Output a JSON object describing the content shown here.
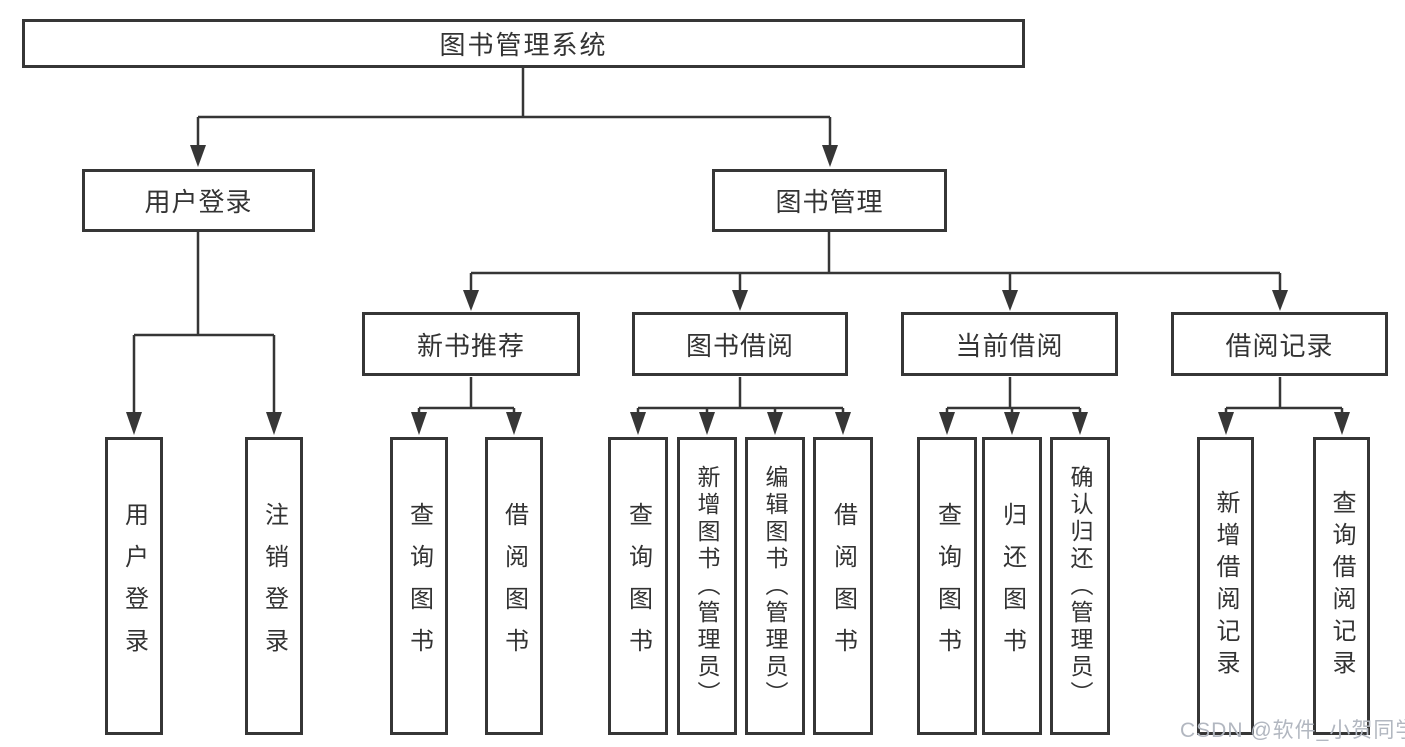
{
  "tree": {
    "root": "图书管理系统",
    "level2": [
      "用户登录",
      "图书管理"
    ],
    "level3": [
      "新书推荐",
      "图书借阅",
      "当前借阅",
      "借阅记录"
    ],
    "leaves": {
      "login": [
        "用户登录",
        "注销登录"
      ],
      "recommend": [
        "查询图书",
        "借阅图书"
      ],
      "borrowing": [
        "查询图书",
        "新增图书（管理员）",
        "编辑图书（管理员）",
        "借阅图书"
      ],
      "current": [
        "查询图书",
        "归还图书",
        "确认归还（管理员）"
      ],
      "records": [
        "新增借阅记录",
        "查询借阅记录"
      ]
    }
  },
  "watermark": {
    "text": "CSDN @软件_小贺同学",
    "color": "#b2b7c0"
  },
  "colors": {
    "line": "#363636",
    "text": "#333333",
    "background": "#ffffff"
  }
}
